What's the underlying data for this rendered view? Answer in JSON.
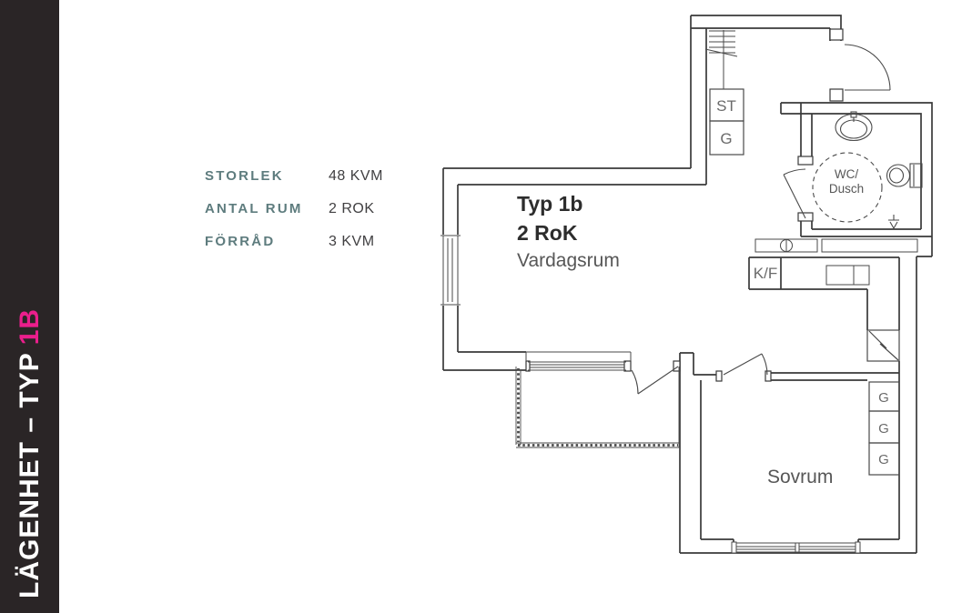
{
  "sidebar": {
    "title_main": "LÄGENHET – TYP",
    "title_accent": "1B",
    "bg_color": "#2a2526",
    "accent_color": "#ea1e8c"
  },
  "info": {
    "label_color": "#5e7c7e",
    "rows": [
      {
        "label": "STORLEK",
        "value": "48 KVM"
      },
      {
        "label": "ANTAL RUM",
        "value": "2 ROK"
      },
      {
        "label": "FÖRRÅD",
        "value": "3 KVM"
      }
    ]
  },
  "plan": {
    "unit_title": "Typ 1b",
    "unit_subtitle": "2 RoK",
    "living_room": "Vardagsrum",
    "bedroom": "Sovrum",
    "bath_line1": "WC/",
    "bath_line2": "Dusch",
    "closet_st": "ST",
    "closet_g": "G",
    "fridge_freezer": "K/F",
    "wardrobes": [
      "G",
      "G",
      "G"
    ],
    "line_color": "#3a3a3a"
  }
}
